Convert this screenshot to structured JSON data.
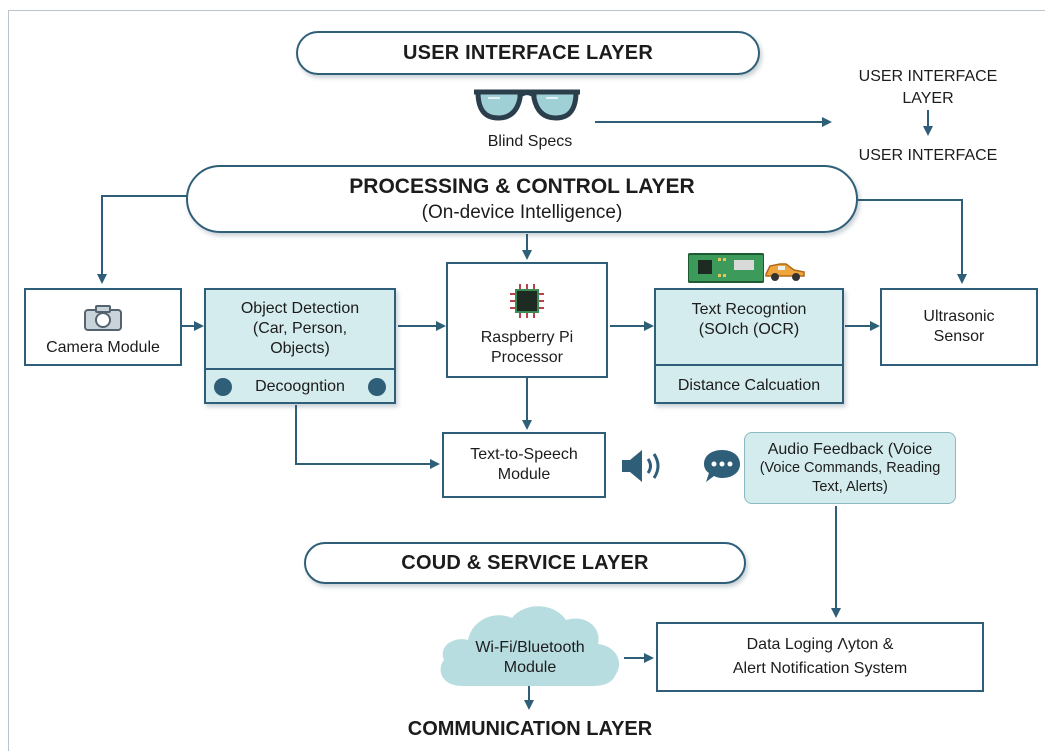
{
  "user_interface_layer": {
    "title": "USER INTERFACE LAYER",
    "device_label": "Blind Specs",
    "side_top": "USER INTERFACE",
    "side_top2": "LAYER",
    "side_bottom": "USER INTERFACE"
  },
  "processing_layer": {
    "title": "PROCESSING & CONTROL LAYER",
    "subtitle": "(On-device Intelligence)"
  },
  "nodes": {
    "camera": "Camera Module",
    "object_detection": [
      "Object Detection",
      "(Car, Person,",
      "Objects)"
    ],
    "decoognition": "Decoogntion",
    "raspberry": [
      "Raspberry Pi",
      "Processor"
    ],
    "text_recognition": [
      "Text Recogntion",
      "(SOIch (OCR)"
    ],
    "distance": "Distance Calcuation",
    "ultrasonic": [
      "Ultrasonic",
      "Sensor"
    ],
    "tts": [
      "Text-to-Speech",
      "Module"
    ],
    "audio_feedback": [
      "Audio Feedback (Voice",
      "(Voice Commands, Reading",
      "Text, Alerts)"
    ],
    "wifi": [
      "Wi-Fi/Bluetooth",
      "Module"
    ],
    "data_logging": [
      "Data Loging Λyton &",
      "Alert Notification System"
    ]
  },
  "cloud_layer": {
    "title": "COUD & SERVICE LAYER"
  },
  "communication_layer": {
    "title": "COMMUNICATION LAYER"
  },
  "colors": {
    "stroke": "#2f5f78",
    "teal_fill": "#d4ecee",
    "cloud_fill": "#b7dde0"
  }
}
